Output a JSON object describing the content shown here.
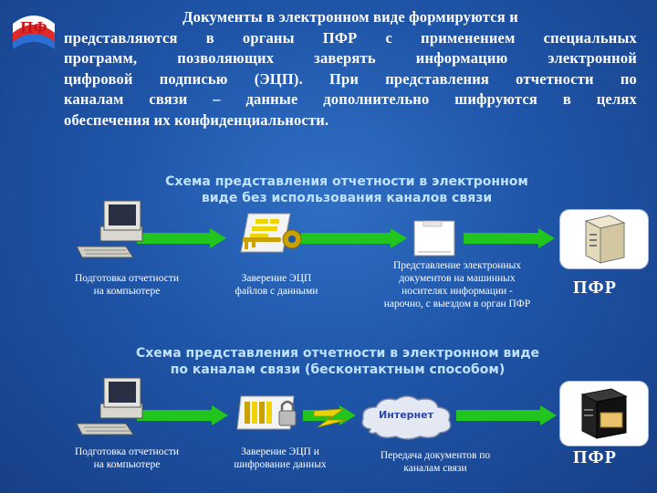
{
  "intro": {
    "line1": "Документы в электронном виде формируются и",
    "line2": "представляются в органы ПФР с применением специальных",
    "line3": "программ, позволяющих заверять информацию электронной",
    "line4": "цифровой подписью (ЭЦП). При представления отчетности по",
    "line5": "каналам связи – данные дополнительно шифруются в целях",
    "line6": "обеспечения их конфиденциальности."
  },
  "scheme1": {
    "title_line1": "Схема представления отчетности в электронном",
    "title_line2": "виде без использования каналов связи",
    "step1_line1": "Подготовка отчетности",
    "step1_line2": "на компьютере",
    "step2_line1": "Заверение ЭЦП",
    "step2_line2": "файлов с данными",
    "step3_line1": "Представление электронных",
    "step3_line2": "документов на машинных",
    "step3_line3": "носителях информации -",
    "step3_line4": "нарочно, с выездом в орган ПФР",
    "target": "ПФР"
  },
  "scheme2": {
    "title_line1": "Схема представления отчетности в электронном виде",
    "title_line2": "по каналам связи (бесконтактным способом)",
    "step1_line1": "Подготовка отчетности",
    "step1_line2": "на компьютере",
    "step2_line1": "Заверение ЭЦП и",
    "step2_line2": "шифрование данных",
    "step3_line1": "Передача документов по",
    "step3_line2": "каналам связи",
    "cloud_label": "Интернет",
    "target": "ПФР"
  },
  "colors": {
    "arrow": "#22c41e",
    "title": "#bfe3ff",
    "background": "#1f55a8"
  }
}
